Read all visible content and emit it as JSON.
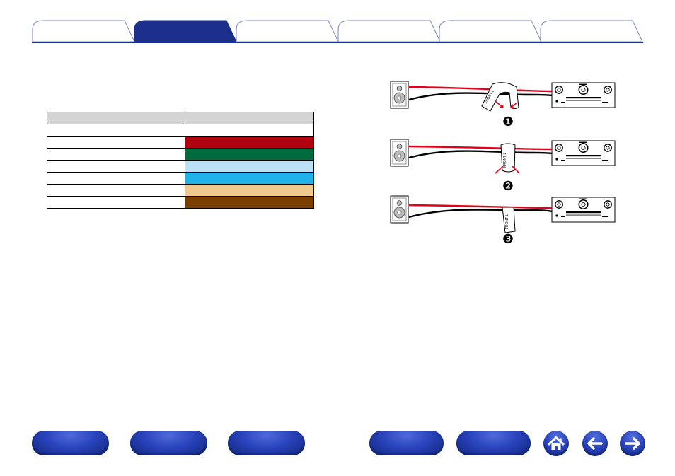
{
  "tabs": [
    {
      "label": "",
      "active": false
    },
    {
      "label": "",
      "active": true
    },
    {
      "label": "",
      "active": false
    },
    {
      "label": "",
      "active": false
    },
    {
      "label": "",
      "active": false
    },
    {
      "label": "",
      "active": false
    }
  ],
  "color_table": {
    "header": [
      "",
      ""
    ],
    "rows": [
      {
        "label": "",
        "swatch": "#ffffff"
      },
      {
        "label": "",
        "swatch": "#b1000e"
      },
      {
        "label": "",
        "swatch": "#006a3f"
      },
      {
        "label": "",
        "swatch": "#bde0f7"
      },
      {
        "label": "",
        "swatch": "#1fb1e8"
      },
      {
        "label": "",
        "swatch": "#eec88d"
      },
      {
        "label": "",
        "swatch": "#7a3e00"
      }
    ]
  },
  "diagram": {
    "steps": [
      "❶",
      "❷",
      "❸"
    ],
    "label_text": "FRONT L"
  },
  "bottom_nav": {
    "left_buttons": [
      "",
      "",
      ""
    ],
    "right_buttons": [
      "",
      ""
    ],
    "icons": [
      "home-icon",
      "back-arrow-icon",
      "forward-arrow-icon"
    ]
  },
  "colors": {
    "accent": "#1c2f8c",
    "tab_inactive": "#ffffff",
    "tab_active": "#1c2f8c",
    "wire_red": "#e3001b",
    "wire_black": "#000000"
  }
}
